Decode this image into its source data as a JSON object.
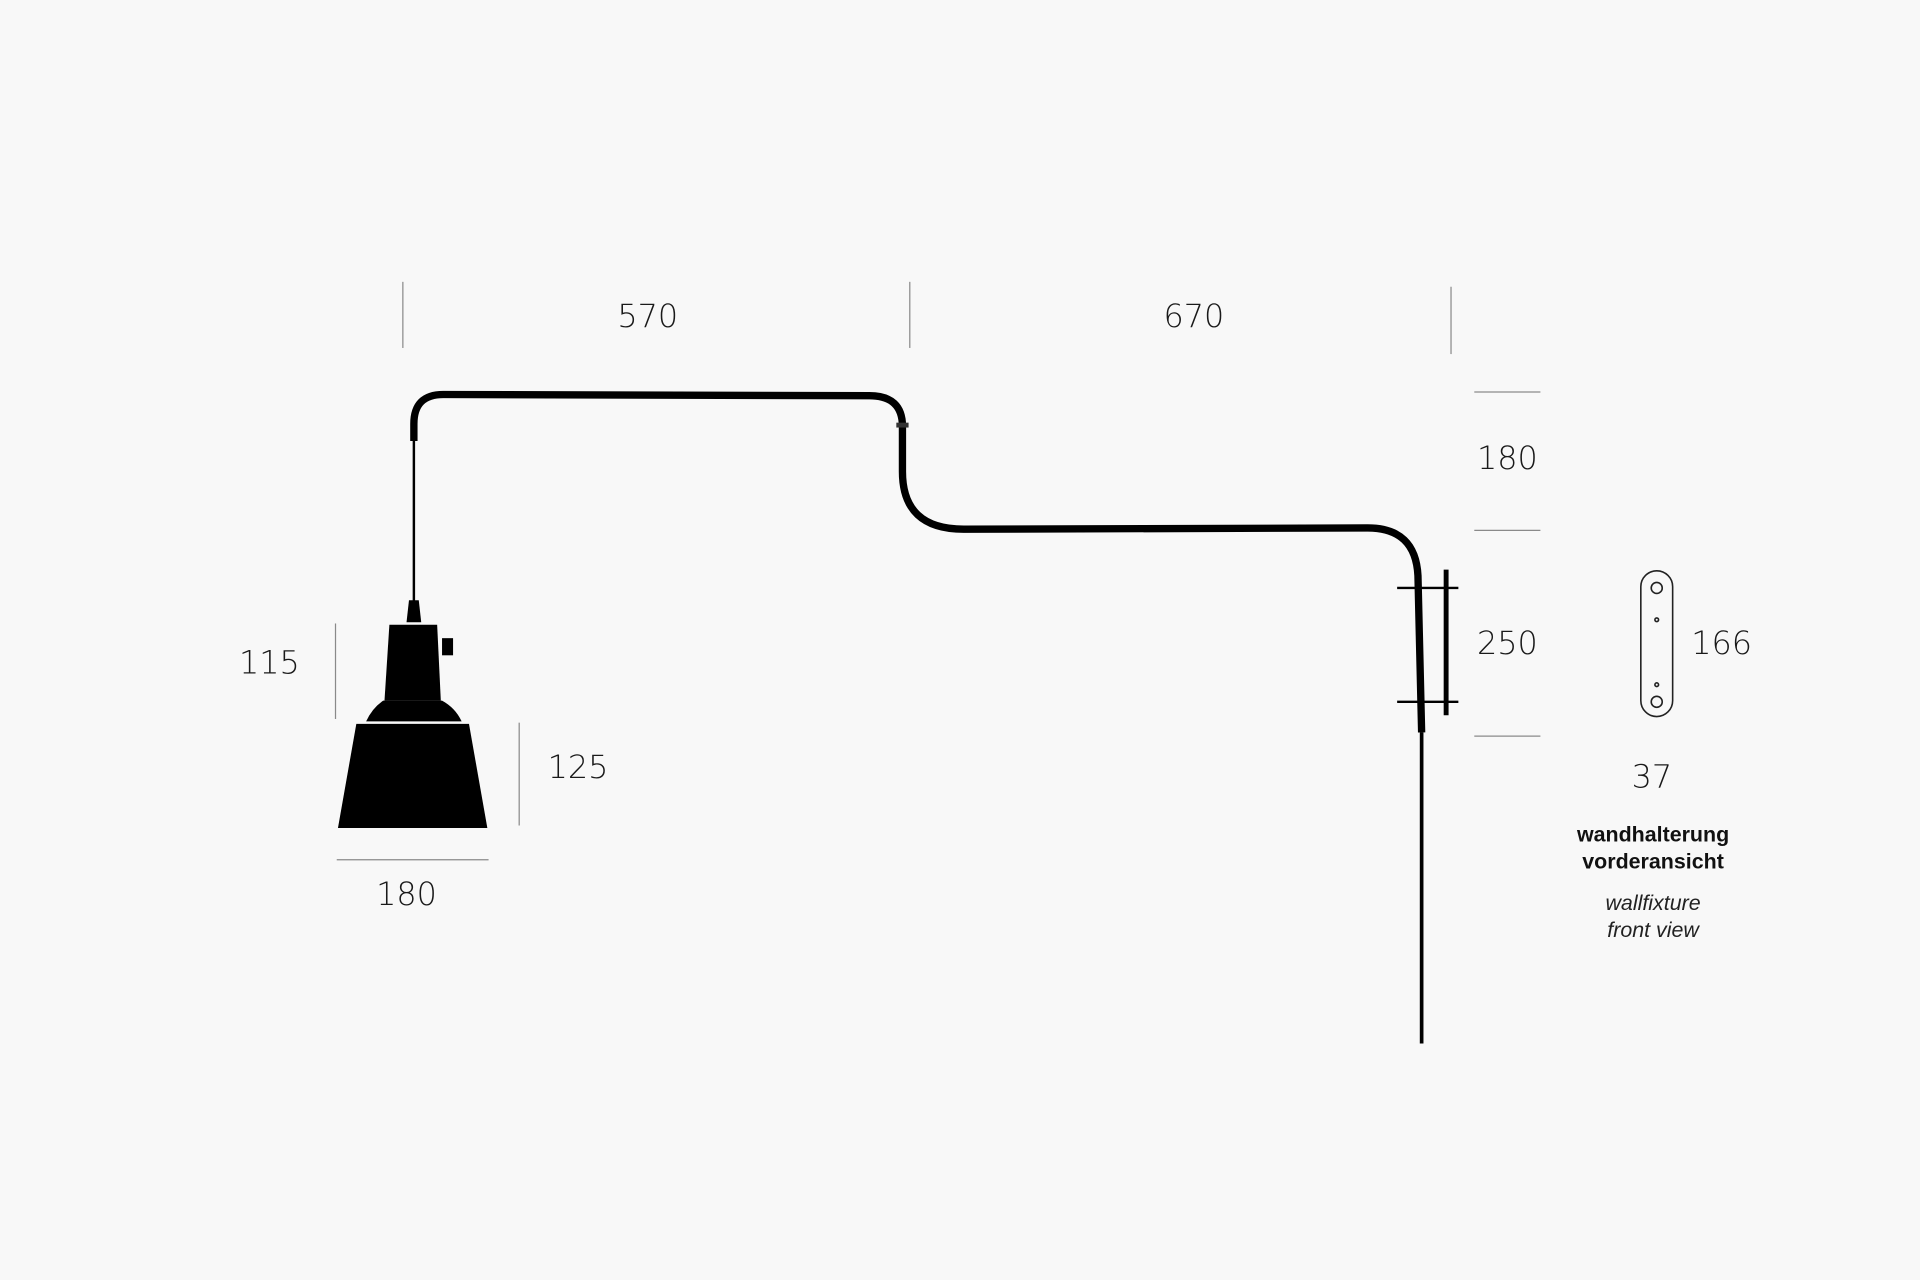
{
  "dimensions": {
    "arm_left_width": "570",
    "arm_right_width": "670",
    "arm_drop_height": "180",
    "bracket_height": "250",
    "plate_height": "166",
    "plate_width": "37",
    "lamp_neck_height": "115",
    "shade_height": "125",
    "shade_width": "180"
  },
  "labels": {
    "de_line1": "wandhalterung",
    "de_line2": "vorderansicht",
    "en_line1": "wallfixture",
    "en_line2": "front view"
  },
  "colors": {
    "background": "#f8f8f8",
    "ink": "#000000",
    "guide": "#8a8a8a"
  }
}
